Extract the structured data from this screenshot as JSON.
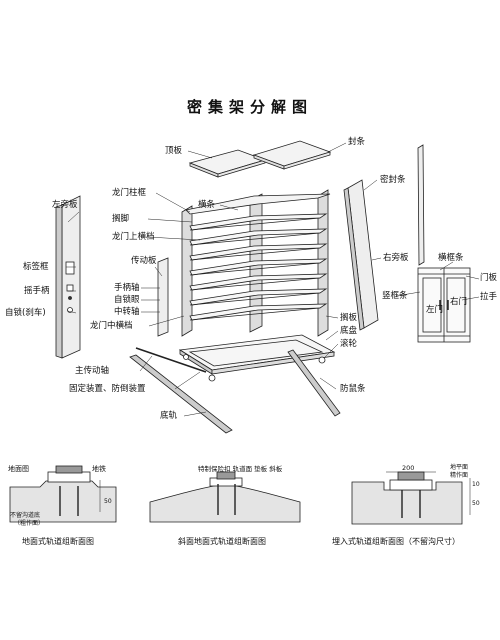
{
  "title": "密集架分解图",
  "labels": {
    "top_panel": "顶板",
    "seal_strip": "封条",
    "left_side_panel": "左旁板",
    "gantry_column_frame": "龙门柱框",
    "shelf_foot": "搁脚",
    "gantry_top_beam": "龙门上横档",
    "crossbar": "横条",
    "dense_seal_strip": "密封条",
    "label_frame": "标签框",
    "crank_handle": "摇手柄",
    "lock": "自锁(刹车)",
    "drive_panel": "传动板",
    "handle_shaft": "手柄轴",
    "lock_eye": "自锁眼",
    "middle_shaft": "中转轴",
    "gantry_mid_beam": "龙门中横档",
    "right_side_panel": "右旁板",
    "horizontal_frame_strip": "横框条",
    "door_panel": "门板",
    "vertical_frame_strip": "竖框条",
    "left_door": "左门",
    "right_door": "右门",
    "pull_handle": "拉手",
    "shelf_board": "搁板",
    "chassis": "底盘",
    "roller": "滚轮",
    "main_drive_shaft": "主传动轴",
    "fixing_device": "固定装置、防倒装置",
    "rodent_strip": "防鼠条",
    "bottom_rail": "底轨"
  },
  "sections": {
    "s1": {
      "caption": "地面式轨道组断面图",
      "ground": "地面图",
      "iron": "地铁",
      "note_l1": "不留沟道底",
      "note_l2": "（粗作面）",
      "dim": "50"
    },
    "s2": {
      "caption": "斜面地面式轨道组断面图",
      "top_labels": "特制保险扣 轨道面 垫板 斜板"
    },
    "s3": {
      "caption": "埋入式轨道组断面图（不留沟尺寸）",
      "dim_top": "200",
      "note_l1": "地平面",
      "note_l2": "精作面",
      "dim_r1": "10",
      "dim_r2": "50"
    }
  }
}
